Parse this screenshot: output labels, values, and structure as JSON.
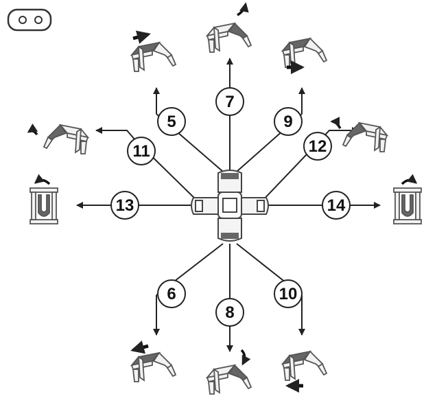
{
  "diagram": {
    "callouts": [
      {
        "id": "c5",
        "label": "5"
      },
      {
        "id": "c6",
        "label": "6"
      },
      {
        "id": "c7",
        "label": "7"
      },
      {
        "id": "c8",
        "label": "8"
      },
      {
        "id": "c9",
        "label": "9"
      },
      {
        "id": "c10",
        "label": "10"
      },
      {
        "id": "c11",
        "label": "11"
      },
      {
        "id": "c12",
        "label": "12"
      },
      {
        "id": "c13",
        "label": "13"
      },
      {
        "id": "c14",
        "label": "14"
      }
    ],
    "icons": {
      "corner": "two-hole-plate-icon",
      "center": "control-hub-icon",
      "pose": "seat-pose-icon",
      "lumbar": "lumbar-support-icon",
      "arrow": "direction-arrow-icon"
    },
    "colors": {
      "line": "#222222",
      "icon_fill": "#f2f2f2",
      "icon_shade": "#666666",
      "icon_stroke": "#555555"
    }
  }
}
